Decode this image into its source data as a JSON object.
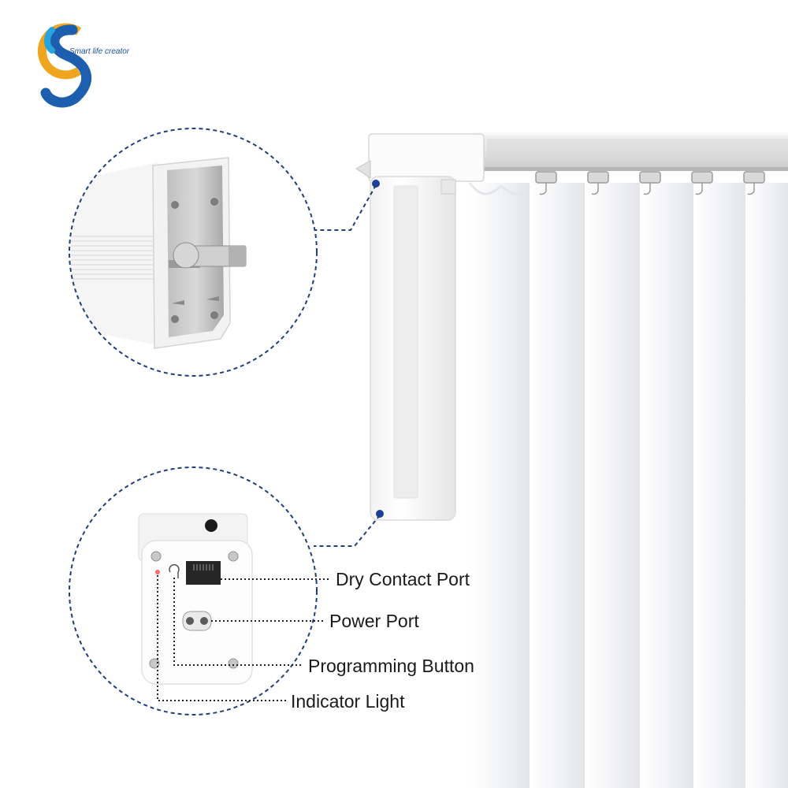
{
  "brand": {
    "tagline": "Smart life creator",
    "colors": {
      "blue": "#1d5fae",
      "orange": "#f0a51e",
      "cyan": "#27a4dd"
    }
  },
  "callouts": {
    "dry_contact_port": "Dry Contact Port",
    "power_port": "Power Port",
    "programming_button": "Programming Button",
    "indicator_light": "Indicator Light"
  },
  "colors": {
    "dashed_line": "#1f3f7a",
    "anchor_dot": "#1c3f9c",
    "indicator_led": "#ff3b3b"
  }
}
